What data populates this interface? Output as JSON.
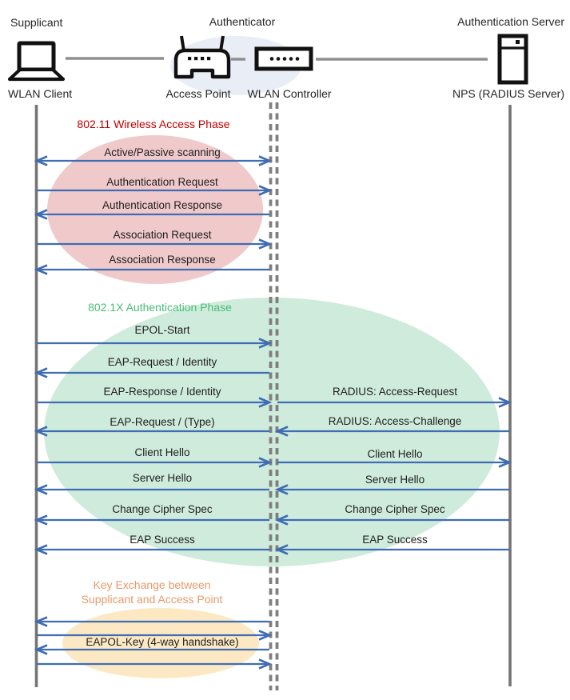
{
  "colors": {
    "arrow": "#3F6DB3",
    "lifeline_solid": "#747474",
    "lifeline_dashed": "#7F7F7F",
    "icon_stroke": "#111111",
    "connector": "#8F8F8F",
    "phase1_title": "#C00000",
    "phase1_fill": "#F0C9CB",
    "phase2_title": "#47BD76",
    "phase2_fill": "#CFEBDC",
    "phase3_title": "#E8996A",
    "phase3_fill": "#FCE9C4",
    "authenticator_fill": "#E9EDF5"
  },
  "roles": {
    "supplicant": "Supplicant",
    "authenticator": "Authenticator",
    "auth_server": "Authentication Server"
  },
  "nodes": {
    "wlan_client": "WLAN Client",
    "access_point": "Access Point",
    "wlan_controller": "WLAN Controller",
    "nps": "NPS (RADIUS Server)"
  },
  "phases": [
    {
      "title": "802.11 Wireless Access Phase",
      "messages": [
        {
          "label": "Active/Passive scanning",
          "dir": "both"
        },
        {
          "label": "Authentication Request",
          "dir": "right"
        },
        {
          "label": "Authentication Response",
          "dir": "left"
        },
        {
          "label": "Association Request",
          "dir": "right"
        },
        {
          "label": "Association Response",
          "dir": "left"
        }
      ]
    },
    {
      "title": "802.1X Authentication Phase",
      "client_messages": [
        {
          "label": "EPOL-Start",
          "dir": "right"
        },
        {
          "label": "EAP-Request / Identity",
          "dir": "left"
        },
        {
          "label": "EAP-Response / Identity",
          "dir": "right"
        },
        {
          "label": "EAP-Request / (Type)",
          "dir": "left"
        },
        {
          "label": "Client Hello",
          "dir": "right"
        },
        {
          "label": "Server Hello",
          "dir": "left"
        },
        {
          "label": "Change Cipher Spec",
          "dir": "left"
        },
        {
          "label": "EAP Success",
          "dir": "left"
        }
      ],
      "server_messages": [
        {
          "label": "RADIUS: Access-Request",
          "dir": "right"
        },
        {
          "label": "RADIUS: Access-Challenge",
          "dir": "left"
        },
        {
          "label": "Client Hello",
          "dir": "right"
        },
        {
          "label": "Server Hello",
          "dir": "left"
        },
        {
          "label": "Change Cipher Spec",
          "dir": "left"
        },
        {
          "label": "EAP Success",
          "dir": "left"
        }
      ]
    },
    {
      "title": "Key Exchange between Supplicant and Access Point",
      "messages": [
        {
          "label": "",
          "dir": "left"
        },
        {
          "label": "",
          "dir": "right"
        },
        {
          "label": "EAPOL-Key (4-way handshake)",
          "dir": "left"
        },
        {
          "label": "",
          "dir": "right"
        }
      ]
    }
  ]
}
